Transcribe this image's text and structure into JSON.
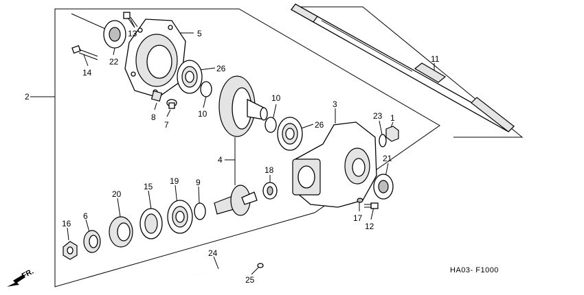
{
  "diagram": {
    "code": "HA03- F1000",
    "direction_label": "FR.",
    "callouts": [
      {
        "id": "c1",
        "label": "1"
      },
      {
        "id": "c2",
        "label": "2"
      },
      {
        "id": "c3",
        "label": "3"
      },
      {
        "id": "c4",
        "label": "4"
      },
      {
        "id": "c5",
        "label": "5"
      },
      {
        "id": "c6",
        "label": "6"
      },
      {
        "id": "c7",
        "label": "7"
      },
      {
        "id": "c8",
        "label": "8"
      },
      {
        "id": "c9",
        "label": "9"
      },
      {
        "id": "c10a",
        "label": "10"
      },
      {
        "id": "c10b",
        "label": "10"
      },
      {
        "id": "c11",
        "label": "11"
      },
      {
        "id": "c12",
        "label": "12"
      },
      {
        "id": "c13",
        "label": "13"
      },
      {
        "id": "c14",
        "label": "14"
      },
      {
        "id": "c15",
        "label": "15"
      },
      {
        "id": "c16",
        "label": "16"
      },
      {
        "id": "c17",
        "label": "17"
      },
      {
        "id": "c18",
        "label": "18"
      },
      {
        "id": "c19",
        "label": "19"
      },
      {
        "id": "c20",
        "label": "20"
      },
      {
        "id": "c21",
        "label": "21"
      },
      {
        "id": "c22",
        "label": "22"
      },
      {
        "id": "c23",
        "label": "23"
      },
      {
        "id": "c24",
        "label": "24"
      },
      {
        "id": "c25",
        "label": "25"
      },
      {
        "id": "c26a",
        "label": "26"
      },
      {
        "id": "c26b",
        "label": "26"
      }
    ]
  }
}
